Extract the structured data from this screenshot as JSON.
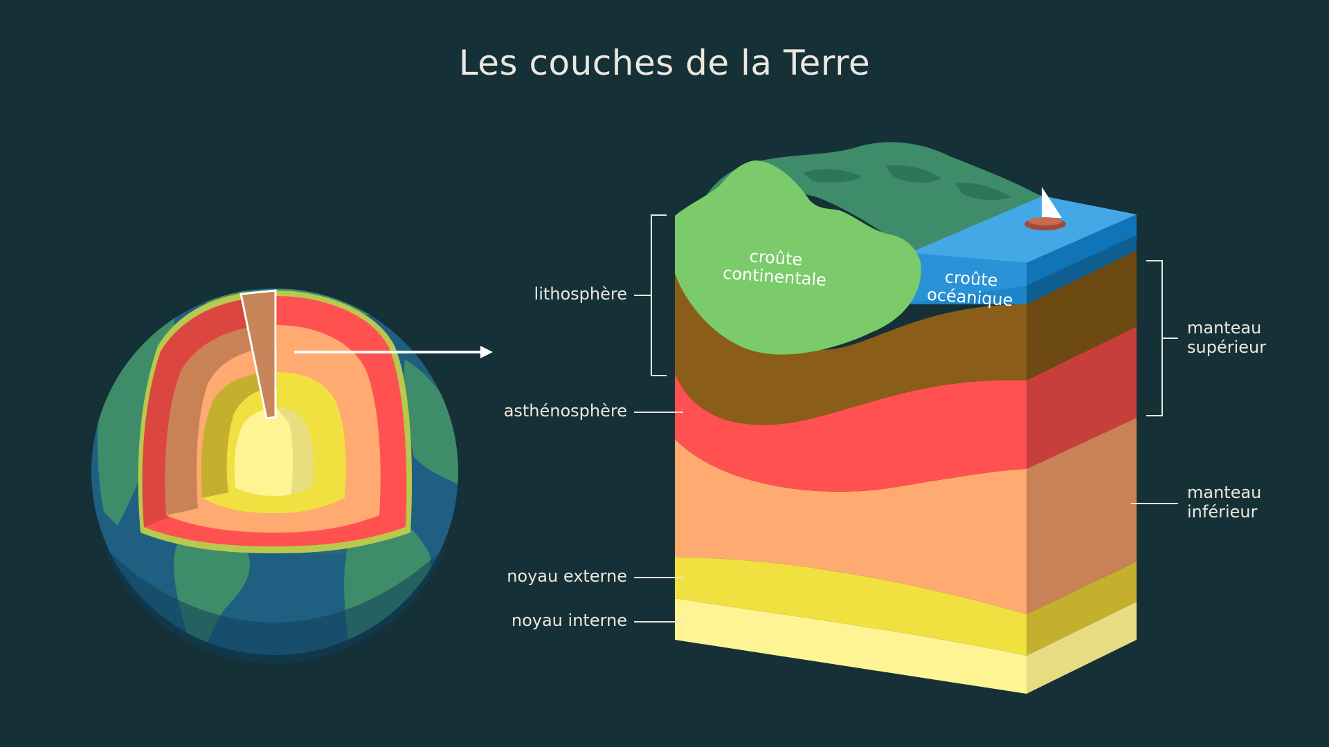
{
  "title": "Les couches de la Terre",
  "labels": {
    "lithosphere": "lithosphère",
    "asthenosphere": "asthénosphère",
    "outer_core": "noyau externe",
    "inner_core": "noyau interne",
    "upper_mantle_1": "manteau",
    "upper_mantle_2": "supérieur",
    "lower_mantle_1": "manteau",
    "lower_mantle_2": "inférieur",
    "continental_crust_1": "croûte",
    "continental_crust_2": "continentale",
    "oceanic_crust_1": "croûte",
    "oceanic_crust_2": "océanique"
  },
  "colors": {
    "background": "#163038",
    "continental_crust": "#7bcb6a",
    "oceanic_crust": "#1c86c8",
    "ocean_top": "#45a8e6",
    "upper_mantle_lithosphere": "#8a5e18",
    "asthenosphere": "#ff5250",
    "lower_mantle": "#ffaa70",
    "outer_core": "#f0e040",
    "inner_core": "#fff494",
    "land": "#3e8c6a",
    "ocean_globe": "#1f5f82"
  }
}
